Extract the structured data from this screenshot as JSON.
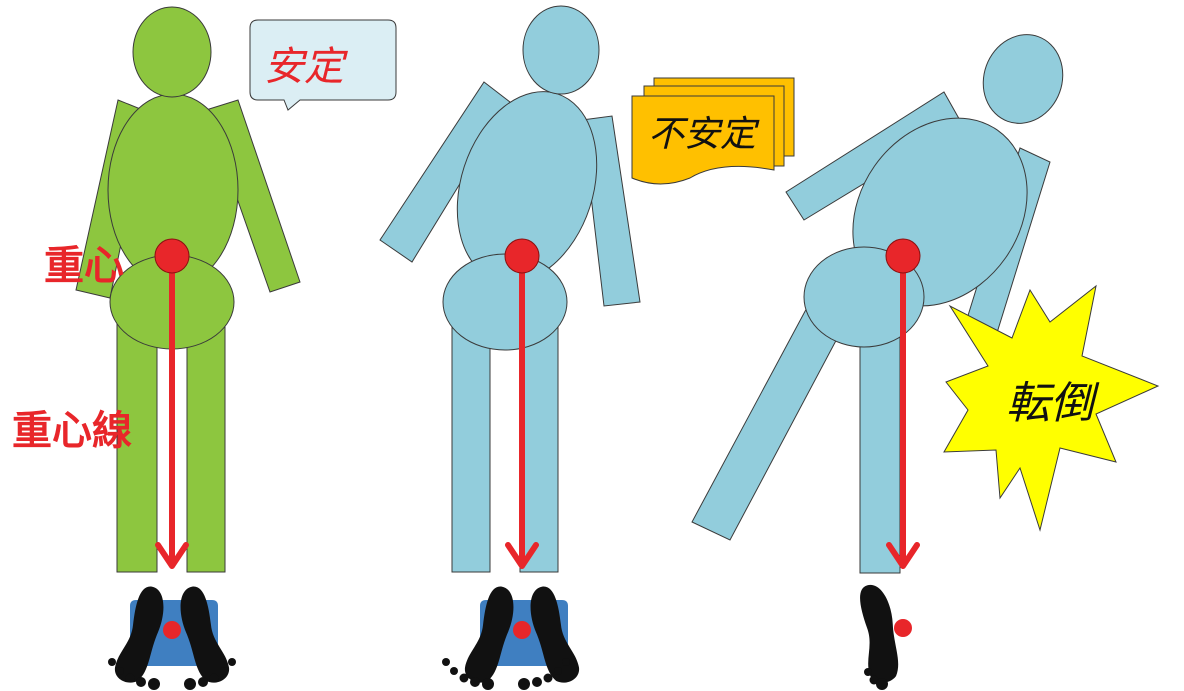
{
  "labels": {
    "center_of_gravity": "重心",
    "gravity_line": "重心線",
    "stable": "安定",
    "unstable": "不安定",
    "fall": "転倒"
  },
  "colors": {
    "figure_stable": "#8dc63f",
    "figure_other": "#92cddc",
    "accent_red": "#e8262a",
    "support_base": "#3f7fc1",
    "bubble_fill": "#dbeef4",
    "note_fill": "#ffc000",
    "burst_fill": "#ffff00"
  }
}
